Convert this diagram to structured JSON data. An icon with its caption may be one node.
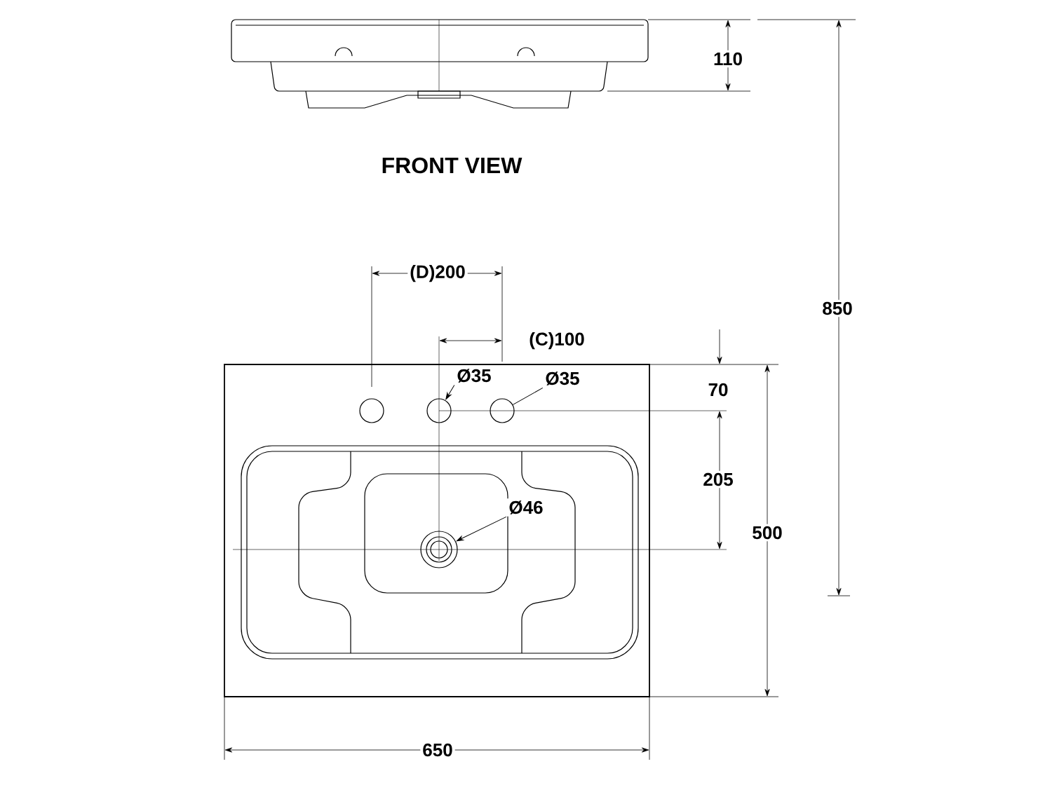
{
  "diagram": {
    "nodes": [
      {
        "text": [
          "Ø35"
        ]
      },
      {
        "text": [
          "Ø35"
        ]
      },
      {
        "text": [
          "Ø46"
        ]
      },
      {
        "text": [],
        "shape": "circle"
      },
      {
        "text": [],
        "shape": "circle"
      },
      {
        "text": [],
        "shape": "circle"
      },
      {
        "text": [],
        "shape": "circle"
      }
    ],
    "edges": [
      {
        "from": 0,
        "to": 4,
        "arrow": "to"
      },
      {
        "from": 1,
        "to": 5,
        "arrow": "none"
      },
      {
        "from": 2,
        "to": 6,
        "arrow": "to"
      }
    ],
    "labels": [
      "110",
      "FRONT VIEW",
      "850",
      "(D)200",
      "(C)100",
      "70",
      "205",
      "500",
      "650"
    ]
  }
}
